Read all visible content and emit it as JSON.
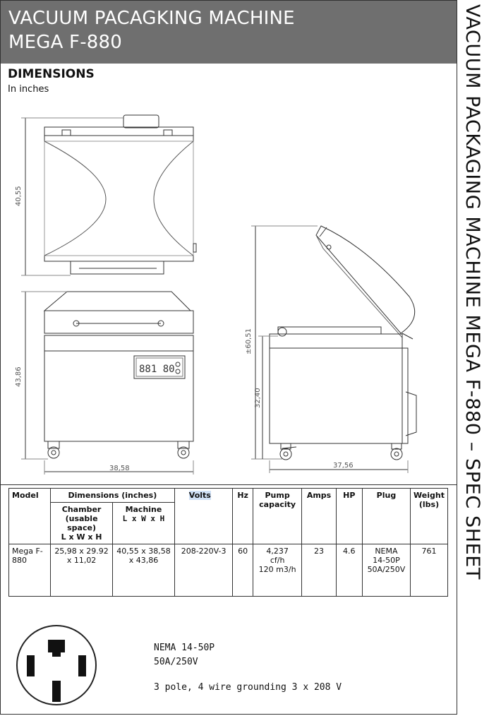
{
  "header": {
    "title_line1": "VACUUM PACAGKING MACHINE",
    "title_line2": "MEGA F-880"
  },
  "sidebar": {
    "vertical_title": "VACUUM PACKAGING MACHINE MEGA F-880 – SPEC SHEET"
  },
  "dimensions": {
    "heading": "DIMENSIONS",
    "subheading": "In inches",
    "labels": {
      "top_height": "40,55",
      "front_height": "43,86",
      "front_width": "38,58",
      "side_open_height": "±60,51",
      "side_height": "32,40",
      "side_depth": "37,56"
    },
    "control_panel_display": "881  80"
  },
  "spec_table": {
    "headers": {
      "model": "Model",
      "dimensions": "Dimensions (inches)",
      "chamber": "Chamber (usable space)",
      "chamber_lwh": "L x W x H",
      "machine": "Machine",
      "machine_lwh": "L x W x H",
      "volts": "Volts",
      "hz": "Hz",
      "pump": "Pump capacity",
      "amps": "Amps",
      "hp": "HP",
      "plug": "Plug",
      "weight": "Weight (lbs)"
    },
    "row": {
      "model": "Mega F-880",
      "chamber": "25,98 x 29.92 x 11,02",
      "machine": "40,55 x 38,58 x 43,86",
      "volts": "208-220V-3",
      "hz": "60",
      "pump_line1": "4,237",
      "pump_line2": "cf/h",
      "pump_line3": "120 m3/h",
      "amps": "23",
      "hp": "4.6",
      "plug_line1": "NEMA",
      "plug_line2": "14-50P",
      "plug_line3": "50A/250V",
      "weight": "761"
    }
  },
  "plug_info": {
    "line1": "NEMA 14-50P",
    "line2": "50A/250V",
    "line3": "3 pole, 4 wire grounding 3 x 208 V"
  }
}
